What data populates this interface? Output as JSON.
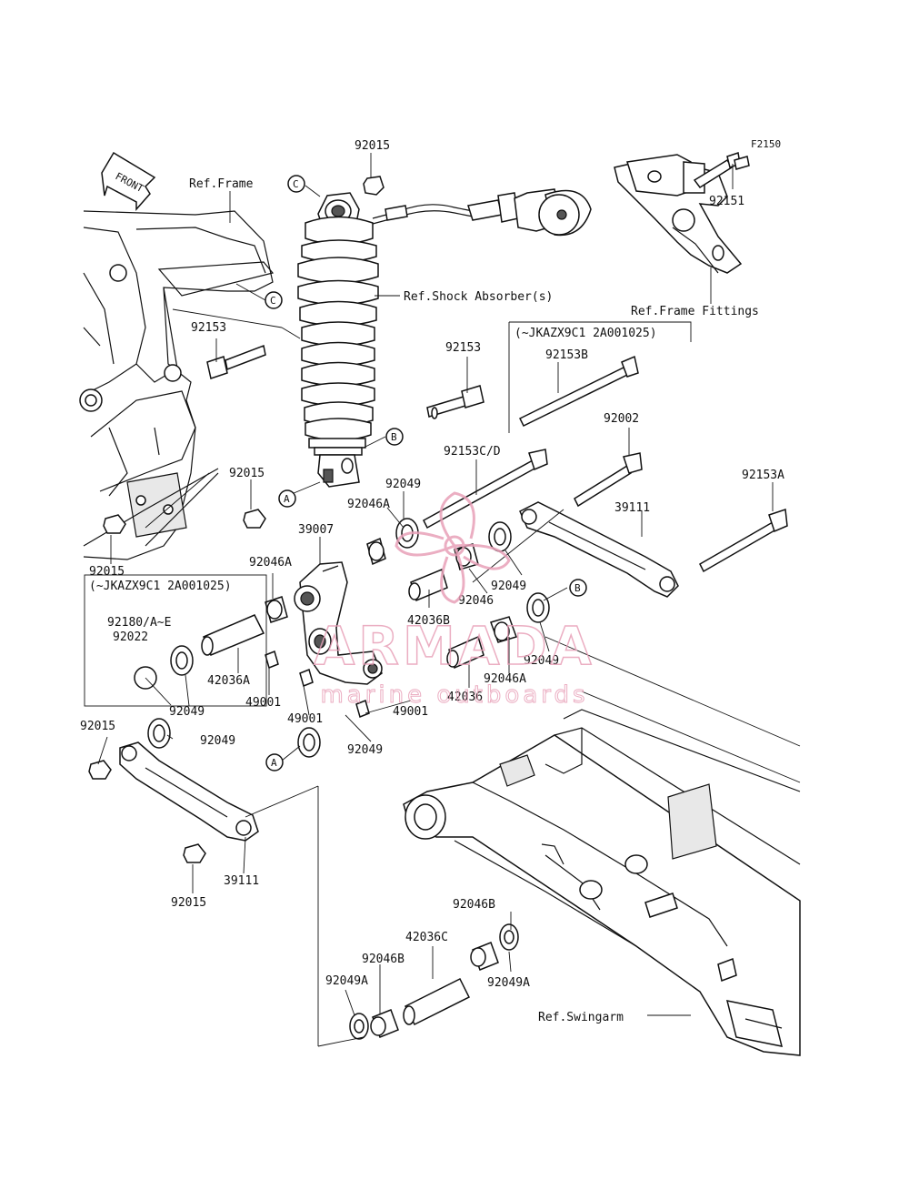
{
  "figure_code": "F2150",
  "front_marker": "FRONT",
  "refs": {
    "frame": "Ref.Frame",
    "shock": "Ref.Shock Absorber(s)",
    "frame_fittings": "Ref.Frame Fittings",
    "swingarm": "Ref.Swingarm"
  },
  "serial_notes": {
    "top": "(~JKAZX9C1 2A001025)",
    "left": "(~JKAZX9C1 2A001025)"
  },
  "callouts": [
    "A",
    "B",
    "C"
  ],
  "parts": {
    "p92015": "92015",
    "p92151": "92151",
    "p92153": "92153",
    "p92153B": "92153B",
    "p92002": "92002",
    "p92153CD": "92153C/D",
    "p92153A": "92153A",
    "p92049": "92049",
    "p92049A": "92049A",
    "p92046": "92046",
    "p92046A": "92046A",
    "p92046B": "92046B",
    "p39007": "39007",
    "p39111": "39111",
    "p42036": "42036",
    "p42036A": "42036A",
    "p42036B": "42036B",
    "p42036C": "42036C",
    "p49001": "49001",
    "p92180": "92180/A~E",
    "p92022": "92022"
  },
  "watermark": {
    "brand": "ARMADA",
    "tagline": "marine outboards",
    "color": "#e8a0b8"
  }
}
